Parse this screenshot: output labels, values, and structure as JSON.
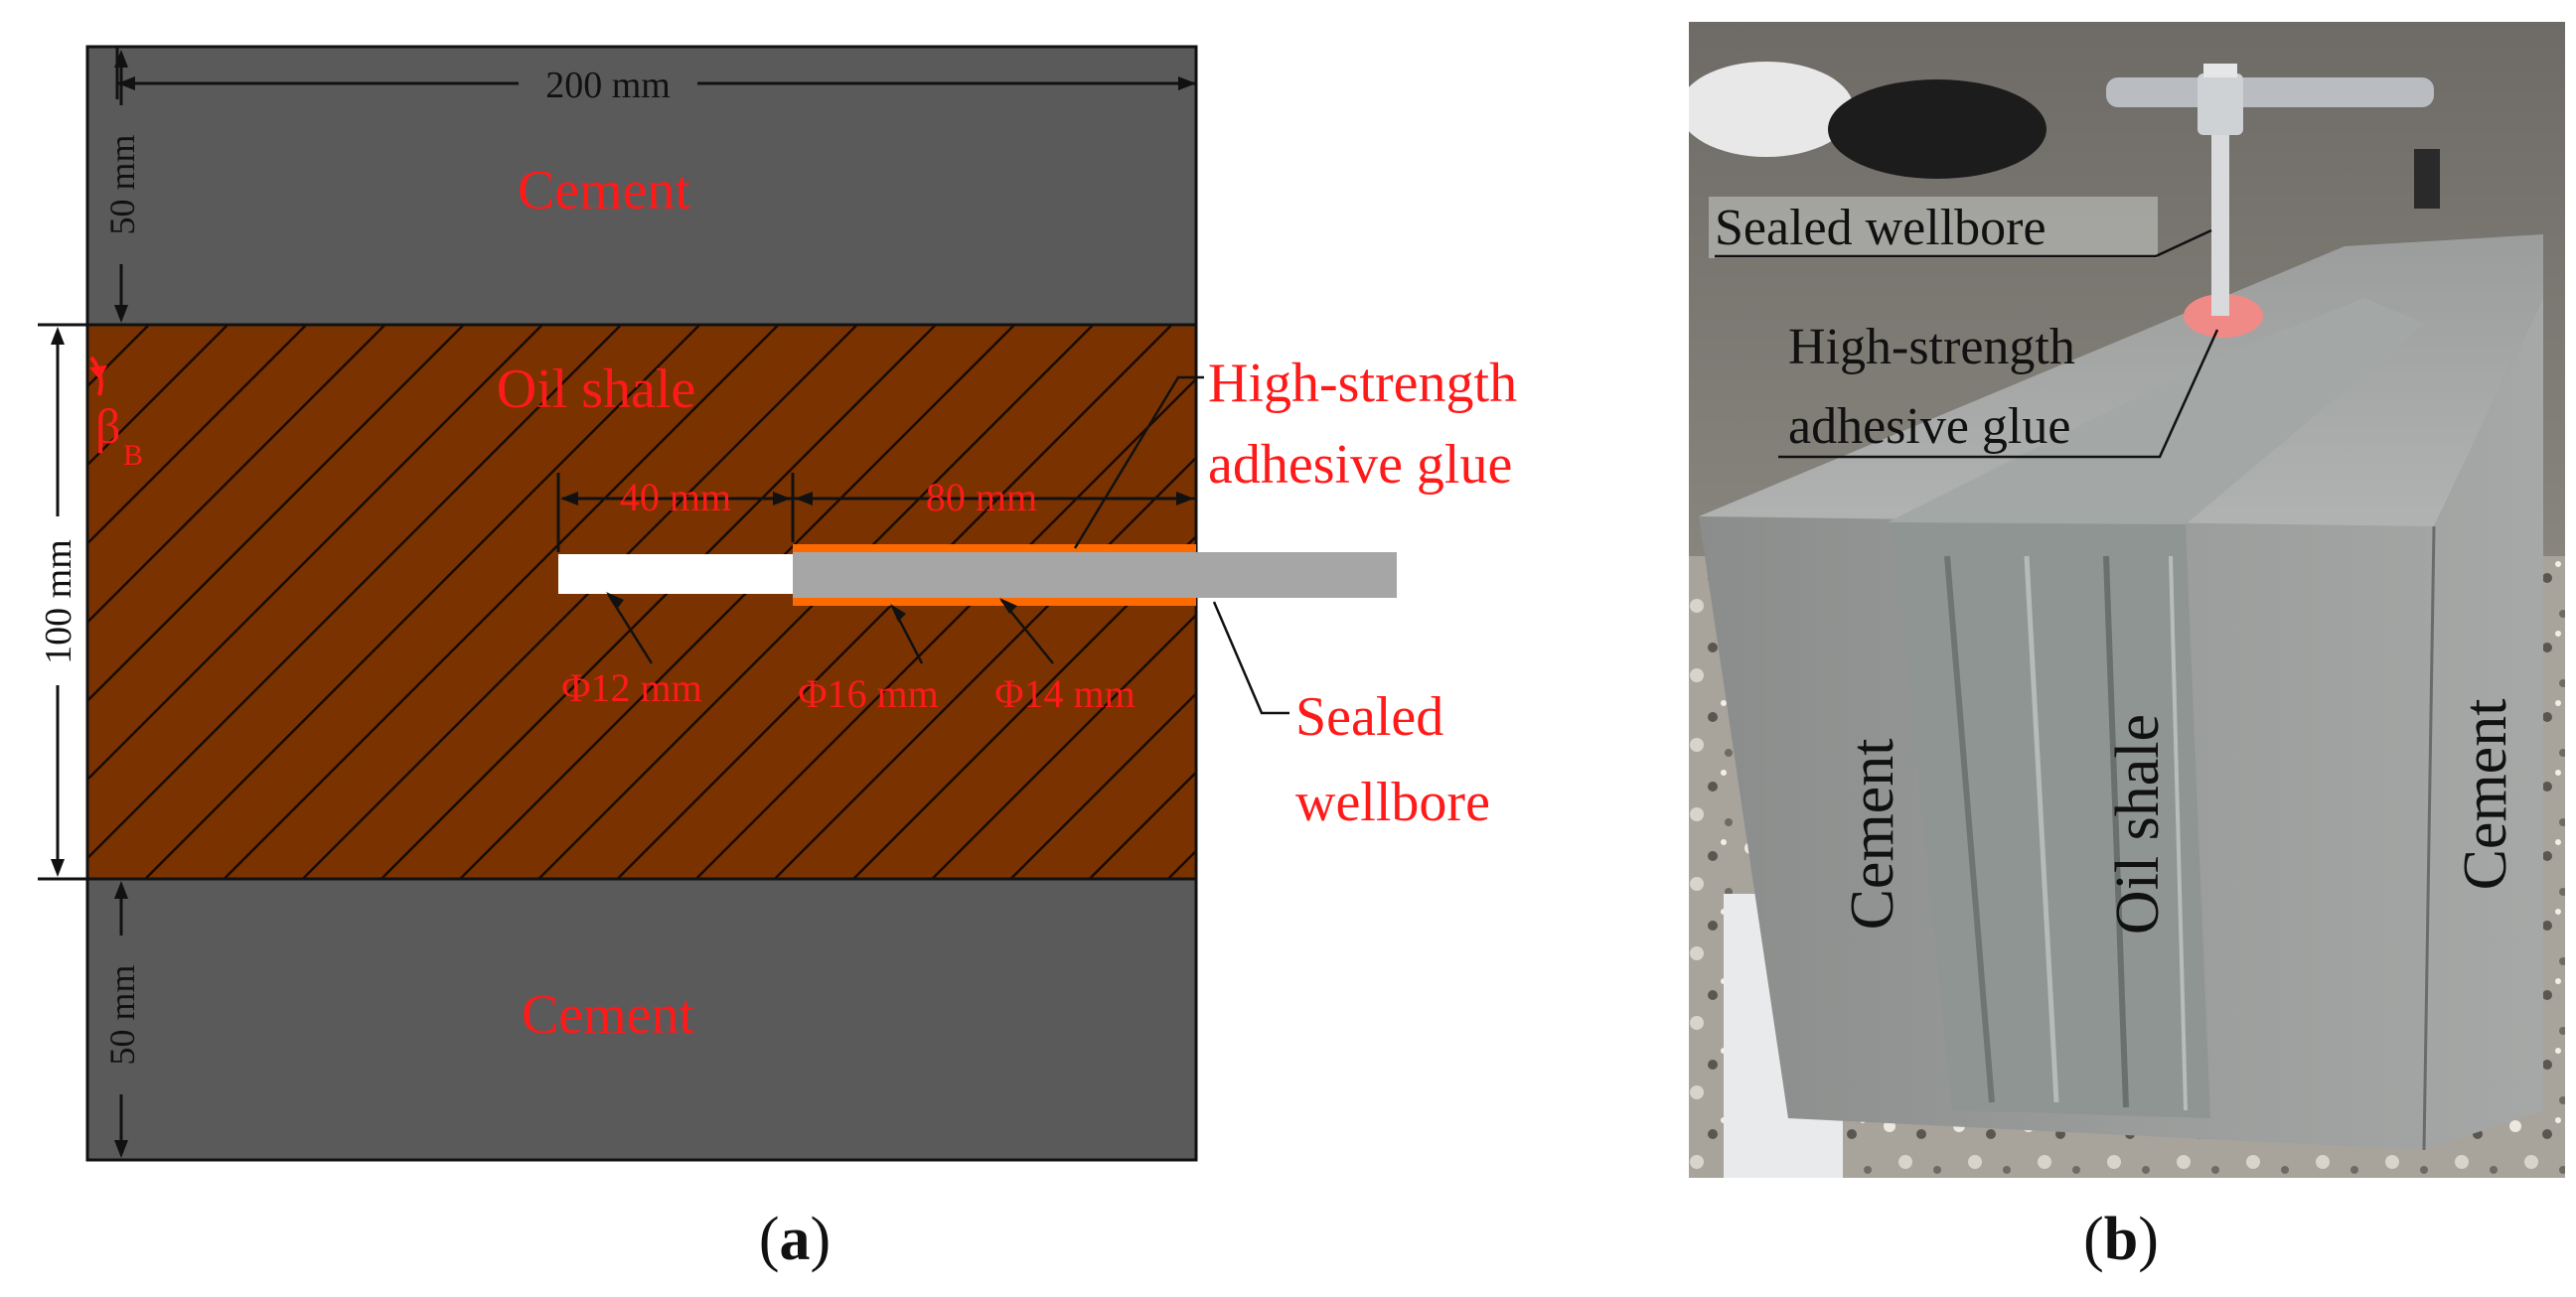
{
  "panel_a": {
    "caption_open": "(",
    "caption_letter": "a",
    "caption_close": ")",
    "dim_width": "200 mm",
    "dim_top_cement": "50 mm",
    "dim_shale": "100 mm",
    "dim_bottom_cement": "50 mm",
    "label_cement_top": "Cement",
    "label_oil_shale": "Oil shale",
    "label_cement_bottom": "Cement",
    "angle_symbol": "β",
    "angle_subscript": "B",
    "dim_open_hole_length": "40 mm",
    "dim_sealed_length": "80 mm",
    "dia_open_hole": "Φ12 mm",
    "dia_glue": "Φ16 mm",
    "dia_tube": "Φ14 mm",
    "callout_glue_line1": "High-strength",
    "callout_glue_line2": "adhesive glue",
    "callout_wellbore_line1": "Sealed",
    "callout_wellbore_line2": "wellbore",
    "colors": {
      "cement": "#5a5a5a",
      "oil_shale": "#7a3300",
      "glue": "#ff6a00",
      "tube": "#a6a6a6",
      "labels": "#ff1a1a"
    }
  },
  "panel_b": {
    "caption_open": "(",
    "caption_letter": "b",
    "caption_close": ")",
    "label_sealed_wellbore": "Sealed wellbore",
    "label_glue_line1": "High-strength",
    "label_glue_line2": "adhesive glue",
    "label_cement_left": "Cement",
    "label_oil_shale": "Oil shale",
    "label_cement_right": "Cement"
  }
}
